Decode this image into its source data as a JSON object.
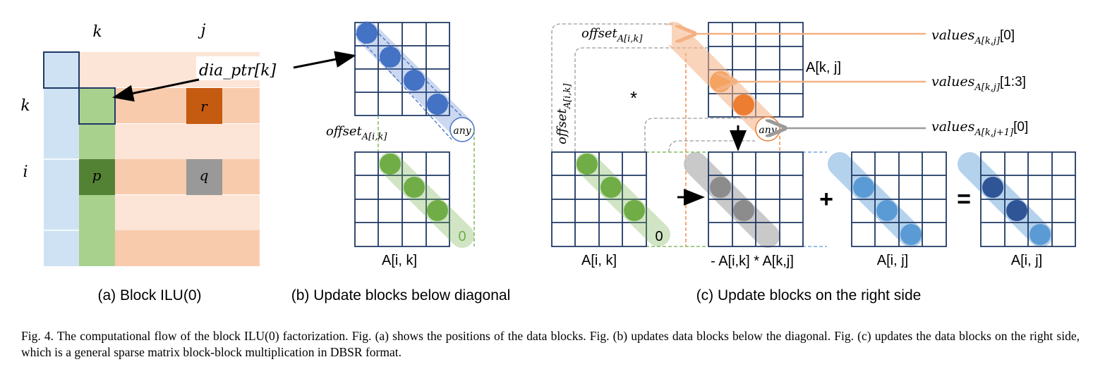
{
  "panel_a": {
    "col_label_k": "k",
    "col_label_j": "j",
    "row_label_k": "k",
    "row_label_i": "i",
    "dia_ptr": "dia_ptr[k]",
    "cell_r": "r",
    "cell_p": "p",
    "cell_q": "q",
    "caption": "(a) Block ILU(0)"
  },
  "panel_b": {
    "offset_base": "offset",
    "offset_sub": "A[i,k]",
    "any": "any",
    "zero": "0",
    "label": "A[i, k]",
    "caption": "(b) Update blocks below diagonal"
  },
  "panel_c": {
    "offset_top_base": "offset",
    "offset_top_sub": "A[i,k]",
    "offset_vert_base": "offset",
    "offset_vert_sub": "A[i,k]",
    "star": "*",
    "label_akj": "A[k, j]",
    "values1_base": "values",
    "values1_sub": "A[k,j]",
    "values1_idx": "[0]",
    "values2_base": "values",
    "values2_sub": "A[k,j]",
    "values2_idx": "[1:3]",
    "values3_base": "values",
    "values3_sub": "A[k,j+1]",
    "values3_idx": "[0]",
    "any": "any",
    "zero": "0",
    "label_aik": "A[i, k]",
    "label_product": "- A[i,k] * A[k,j]",
    "label_aij_1": "A[i, j]",
    "label_aij_2": "A[i, j]",
    "op_plus": "+",
    "op_equals": "=",
    "caption": "(c) Update blocks on the right side"
  },
  "caption": {
    "text": "Fig. 4.   The computational flow of the block ILU(0) factorization. Fig. (a) shows the positions of the data blocks. Fig. (b) updates data blocks below the diagonal. Fig. (c) updates the data blocks on the right side, which is a general sparse matrix block-block multiplication in DBSR format."
  },
  "colors": {
    "grid": "#1f3864",
    "light_blue": "#cfe2f3",
    "salmon_light": "#fce4d6",
    "salmon": "#f8cbad",
    "green_light": "#a9d18e",
    "green_dark": "#548235",
    "orange_dark": "#c55a11",
    "gray": "#999999",
    "blue_dot": "#4472c4",
    "green_dot": "#70ad47",
    "orange_dot": "#f4b183"
  }
}
